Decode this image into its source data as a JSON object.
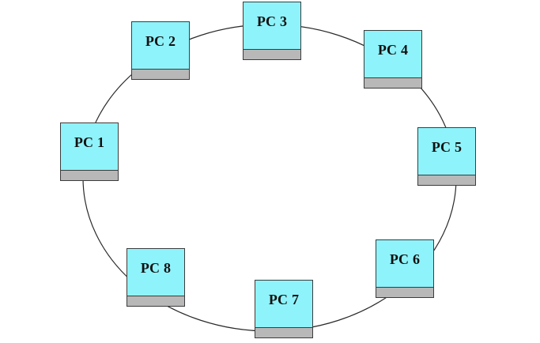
{
  "diagram": {
    "nodes": [
      {
        "id": "pc1",
        "label": "PC 1"
      },
      {
        "id": "pc2",
        "label": "PC 2"
      },
      {
        "id": "pc3",
        "label": "PC 3"
      },
      {
        "id": "pc4",
        "label": "PC 4"
      },
      {
        "id": "pc5",
        "label": "PC 5"
      },
      {
        "id": "pc6",
        "label": "PC 6"
      },
      {
        "id": "pc7",
        "label": "PC 7"
      },
      {
        "id": "pc8",
        "label": "PC 8"
      }
    ],
    "colors": {
      "node_fill": "#8ff3fb",
      "node_base": "#b8b8b8",
      "node_border": "#3c3c3c",
      "ring_line": "#2a2a2a"
    }
  }
}
